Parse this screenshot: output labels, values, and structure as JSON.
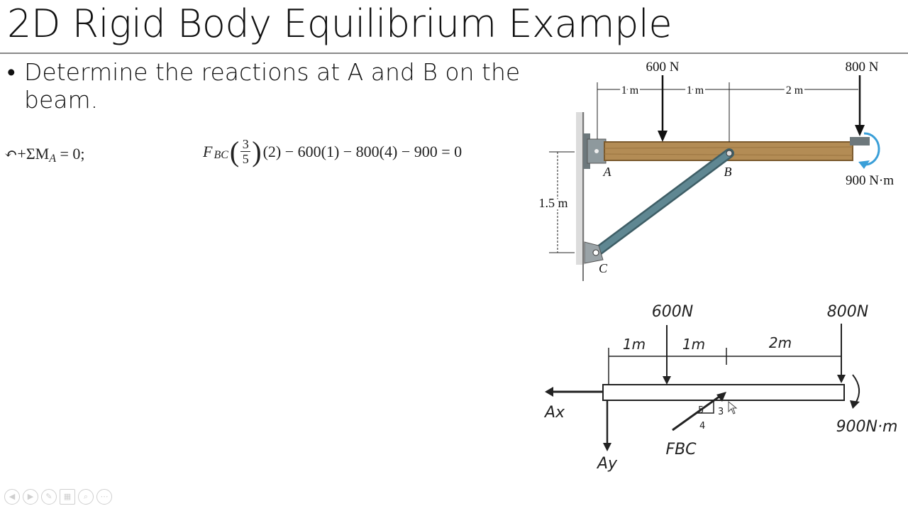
{
  "slide": {
    "title": "2D Rigid Body Equilibrium Example",
    "bullet_marker": "•",
    "bullet_text": "Determine the reactions at A and B on the beam."
  },
  "equation": {
    "label": "↶+ΣM",
    "label_sub": "A",
    "label_tail": "= 0;",
    "f": "F",
    "f_sub": "BC",
    "num": "3",
    "den": "5",
    "rest": "(2) − 600(1) − 800(4) − 900 = 0"
  },
  "figure": {
    "load_600": "600 N",
    "load_800": "800 N",
    "dim_1m_a": "1 m",
    "dim_1m_b": "1 m",
    "dim_2m": "2 m",
    "dim_height": "1.5 m",
    "moment": "900 N·m",
    "label_a": "A",
    "label_b": "B",
    "label_c": "C",
    "colors": {
      "beam": "#b38c55",
      "beam_dark": "#7b5a2e",
      "strut": "#4d6f78",
      "bracket": "#9aa3a7",
      "moment_arrow": "#3a9fd8"
    }
  },
  "sketch": {
    "load_600": "600N",
    "load_800": "800N",
    "dim_1m_a": "1m",
    "dim_1m_b": "1m",
    "dim_2m": "2m",
    "moment": "900N·m",
    "ax": "Ax",
    "ay": "Ay",
    "fbc": "FBC",
    "tri_3": "3",
    "tri_4": "4",
    "tri_5": "5"
  },
  "nav_buttons": [
    {
      "name": "previous-slide-button",
      "glyph": "◀"
    },
    {
      "name": "next-slide-button",
      "glyph": "▶"
    },
    {
      "name": "pen-tool-button",
      "glyph": "✎"
    },
    {
      "name": "see-all-slides-button",
      "glyph": "▦"
    },
    {
      "name": "zoom-button",
      "glyph": "⌕"
    },
    {
      "name": "more-options-button",
      "glyph": "⋯"
    }
  ]
}
